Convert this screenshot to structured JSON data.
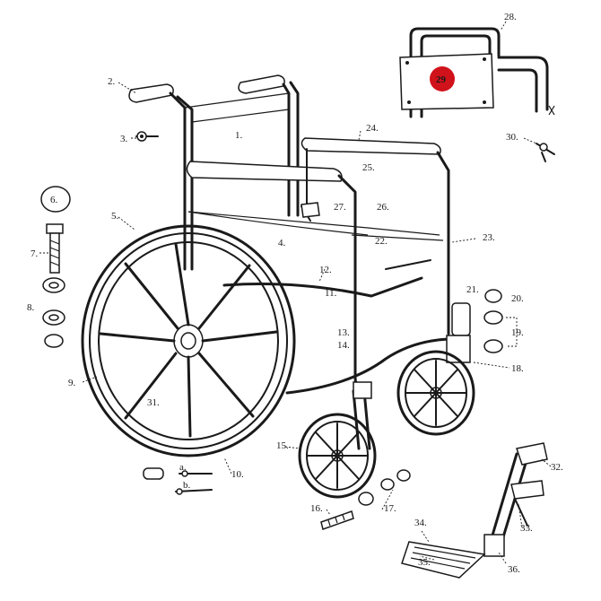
{
  "diagram": {
    "labels": {
      "l1": "1.",
      "l2": "2.",
      "l3": "3.",
      "l4": "4.",
      "l5": "5.",
      "l6": "6.",
      "l7": "7.",
      "l8": "8.",
      "l9": "9.",
      "l10": "10.",
      "l11": "11.",
      "l12": "12.",
      "l13": "13.",
      "l14": "14.",
      "l15": "15.",
      "l16": "16.",
      "l17": "17.",
      "l18": "18.",
      "l19": "19.",
      "l20": "20.",
      "l21": "21.",
      "l22": "22.",
      "l23": "23.",
      "l24": "24.",
      "l25": "25.",
      "l26": "26.",
      "l27": "27.",
      "l28": "28.",
      "l29": "29",
      "l30": "30.",
      "l31": "31.",
      "l32": "32.",
      "l33": "33.",
      "l34": "34.",
      "l35": "35.",
      "l36": "36.",
      "la": "a.",
      "lb": "b."
    },
    "highlight_color": "#d0121b"
  }
}
